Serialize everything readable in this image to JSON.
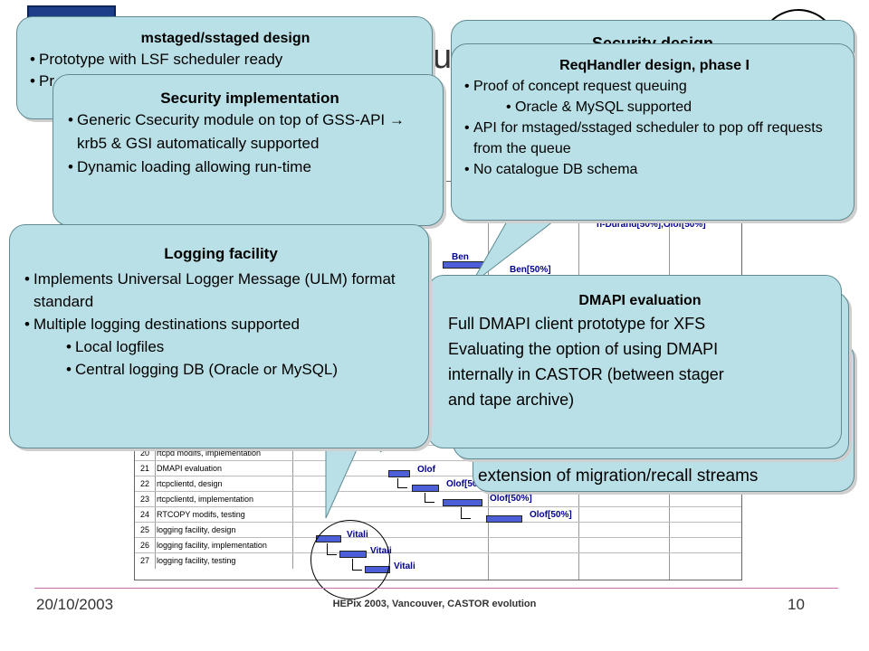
{
  "slide": {
    "title_fragment": "u",
    "date": "20/10/2003",
    "conference": "HEPix 2003, Vancouver, CASTOR evolution",
    "page_number": "10",
    "extension_text": "extension of migration/recall streams"
  },
  "callouts": {
    "mstaged": {
      "title": "mstaged/sstaged design",
      "lines": [
        "Prototype with LSF scheduler ready",
        "Pr"
      ]
    },
    "security_design": {
      "title": "Security design"
    },
    "reqhandler": {
      "title": "ReqHandler design, phase I",
      "items": [
        {
          "level": 1,
          "text": "Proof of concept request queuing"
        },
        {
          "level": 2,
          "text": "Oracle & MySQL supported"
        },
        {
          "level": 1,
          "text": "API for mstaged/sstaged scheduler to pop off requests from the queue"
        },
        {
          "level": 1,
          "text": "No catalogue DB schema"
        }
      ]
    },
    "security_impl": {
      "title": "Security implementation",
      "items": [
        {
          "level": 1,
          "text": "Generic Csecurity module on top of GSS-API → krb5 & GSI automatically supported"
        },
        {
          "level": 1,
          "text": "Dynamic loading allowing run-time"
        }
      ]
    },
    "logging": {
      "title": "Logging facility",
      "items": [
        {
          "level": 1,
          "text": "Implements Universal Logger Message (ULM) format standard"
        },
        {
          "level": 1,
          "text": "Multiple logging destinations supported"
        },
        {
          "level": 2,
          "text": "Local logfiles"
        },
        {
          "level": 2,
          "text": "Central logging DB (Oracle or MySQL)"
        }
      ]
    },
    "dmapi": {
      "title": "DMAPI evaluation",
      "lines": [
        "Full DMAPI client prototype for XFS",
        "Evaluating the option of using DMAPI",
        "internally in CASTOR (between stager",
        "and tape archive)"
      ]
    }
  },
  "gantt": {
    "rows": [
      {
        "id": "20",
        "name": "rtcpd modifs, implementation"
      },
      {
        "id": "21",
        "name": "DMAPI evaluation"
      },
      {
        "id": "22",
        "name": "rtcpclientd, design"
      },
      {
        "id": "23",
        "name": "rtcpclientd, implementation"
      },
      {
        "id": "24",
        "name": "RTCOPY modifs, testing"
      },
      {
        "id": "25",
        "name": "logging facility, design"
      },
      {
        "id": "26",
        "name": "logging facility, implementation"
      },
      {
        "id": "27",
        "name": "logging facility, testing"
      }
    ],
    "labels": {
      "ben1": "Ben",
      "ben50": "Ben[50%]",
      "durand": "n-Durand[50%],Olof[50%]",
      "olof1": "Olof",
      "olof2": "Olof[50",
      "olof3": "Olof[50%]",
      "olof4": "Olof[50%]",
      "vitali1": "Vitali",
      "vitali2": "Vitali",
      "vitali3": "Vitali"
    }
  },
  "colors": {
    "callout_fill": "#b9e0e6",
    "gantt_bar": "#4d5ed9",
    "footer_line": "#c86fb4"
  }
}
